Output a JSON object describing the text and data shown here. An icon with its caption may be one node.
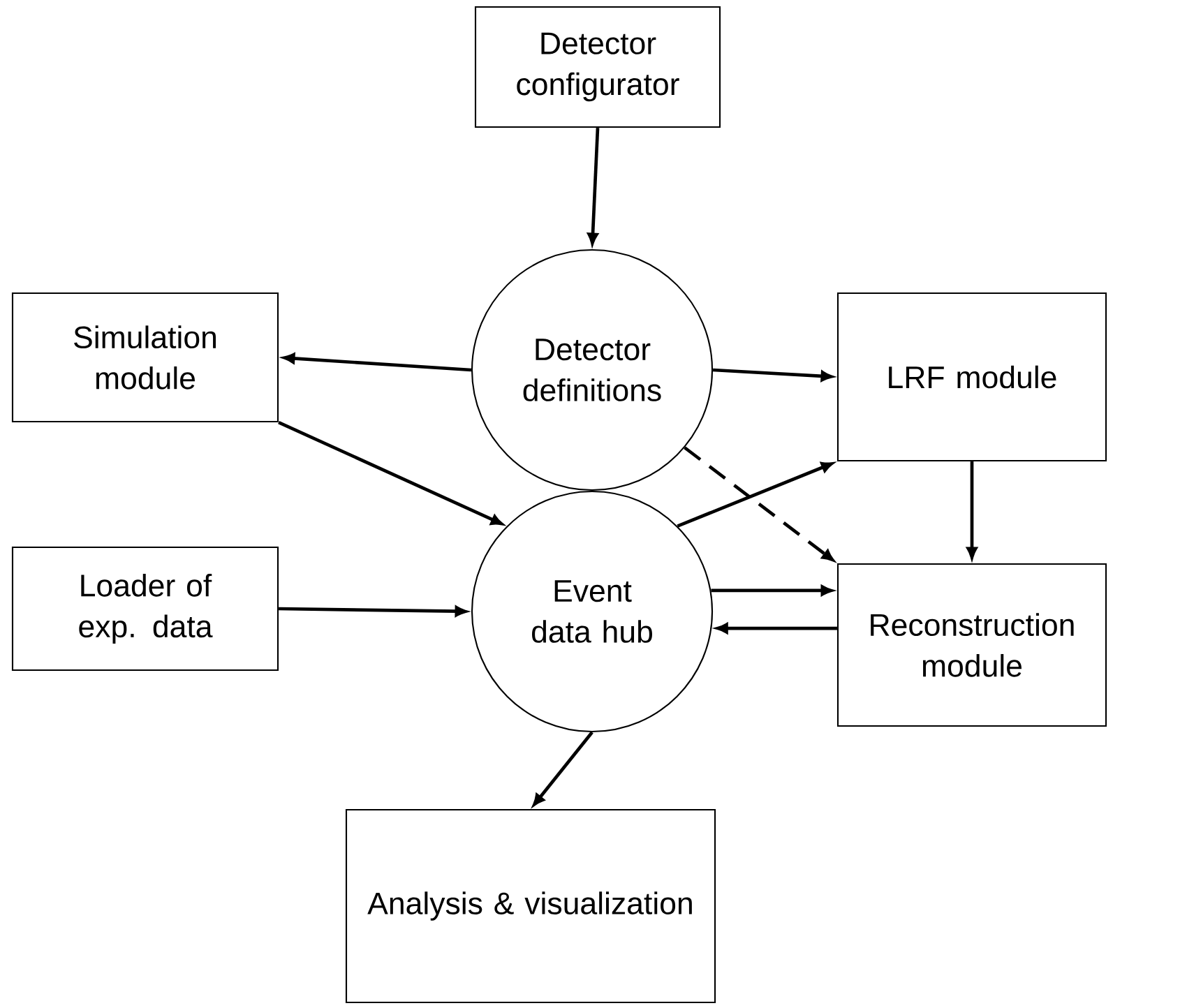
{
  "diagram": {
    "nodes": [
      {
        "text": [
          "Detector configurator"
        ]
      },
      {
        "text": [
          "Detector definitions"
        ]
      },
      {
        "text": [
          "Simulation module"
        ]
      },
      {
        "text": [
          "LRF module"
        ]
      },
      {
        "text": [
          "Loader of exp. data"
        ]
      },
      {
        "text": [
          "Event data hub"
        ]
      },
      {
        "text": [
          "Reconstruction module"
        ]
      },
      {
        "text": [
          "Analysis & visualization"
        ]
      }
    ],
    "edges": [
      {
        "from": 0,
        "to": 1,
        "arrow": "to"
      },
      {
        "from": 1,
        "to": 2,
        "arrow": "to"
      },
      {
        "from": 1,
        "to": 3,
        "arrow": "to"
      },
      {
        "from": 2,
        "to": 5,
        "arrow": "to"
      },
      {
        "from": 1,
        "to": 6,
        "arrow": "to",
        "style": "dashed"
      },
      {
        "from": 5,
        "to": 3,
        "arrow": "to"
      },
      {
        "from": 3,
        "to": 6,
        "arrow": "to"
      },
      {
        "from": 4,
        "to": 5,
        "arrow": "to"
      },
      {
        "from": 5,
        "to": 6,
        "arrow": "to"
      },
      {
        "from": 6,
        "to": 5,
        "arrow": "to"
      },
      {
        "from": 5,
        "to": 7,
        "arrow": "to"
      }
    ]
  }
}
